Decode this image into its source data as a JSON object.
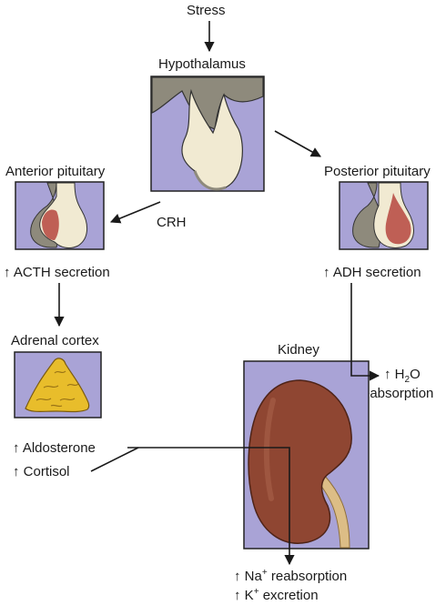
{
  "labels": {
    "stress": "Stress",
    "hypothalamus": "Hypothalamus",
    "anterior_pituitary": "Anterior pituitary",
    "posterior_pituitary": "Posterior pituitary",
    "crh": "CRH",
    "acth": "↑ ACTH secretion",
    "adh": "↑ ADH secretion",
    "adrenal_cortex": "Adrenal cortex",
    "kidney": "Kidney",
    "h2o_prefix": "↑ H",
    "h2o_sub": "2",
    "h2o_suffix": "O",
    "reabsorption": "reabsorption",
    "aldosterone": "↑ Aldosterone",
    "cortisol": "↑ Cortisol",
    "na_prefix": "↑ Na",
    "na_sup": "+",
    "na_suffix": " reabsorption",
    "k_prefix": "↑ K",
    "k_sup": "+",
    "k_suffix": " excretion"
  },
  "colors": {
    "panel_bg": "#a9a3d6",
    "tissue_light": "#f1ead2",
    "tissue_gray": "#8e8a7c",
    "pituitary_red": "#bf5f55",
    "adrenal_yellow": "#e8bd2b",
    "kidney_brown": "#8f4632",
    "ureter": "#dcbd86"
  }
}
